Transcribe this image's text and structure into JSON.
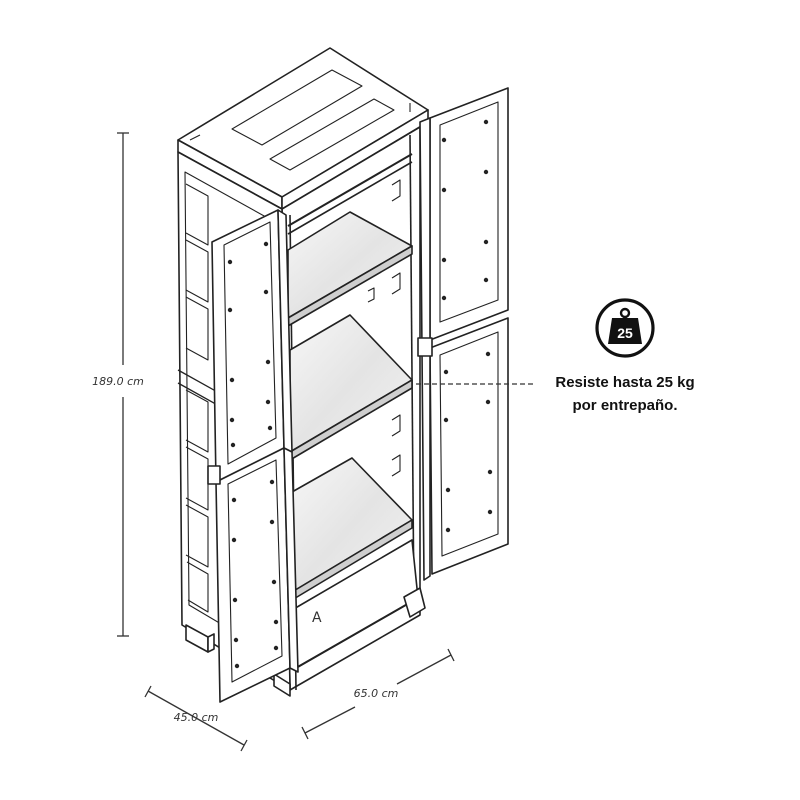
{
  "dimensions": {
    "height": "189.0 cm",
    "width": "65.0 cm",
    "depth": "45.0 cm"
  },
  "load_badge": {
    "icon": "weight-icon",
    "value": "25"
  },
  "load_note": {
    "line1": "Resiste hasta 25 kg",
    "line2": "por entrepaño."
  }
}
